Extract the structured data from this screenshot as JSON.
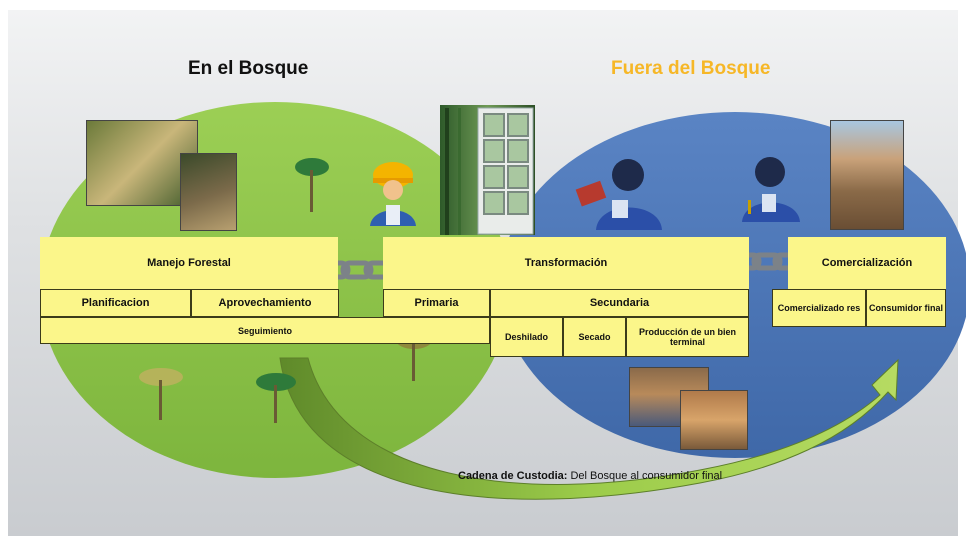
{
  "headings": {
    "left": "En el Bosque",
    "right": "Fuera del Bosque"
  },
  "colors": {
    "left_ellipse": "#8cc34a",
    "right_ellipse": "#4a74b5",
    "box_fill": "#fbf68a",
    "left_heading": "#111111",
    "right_heading": "#f6b727",
    "arrow": "#8fbf3c"
  },
  "boxes": {
    "manejo_forestal": "Manejo Forestal",
    "transformacion": "Transformación",
    "comercializacion": "Comercialización",
    "planificacion": "Planificacion",
    "aprovechamiento": "Aprovechamiento",
    "primaria": "Primaria",
    "secundaria": "Secundaria",
    "seguimiento": "Seguimiento",
    "deshilado": "Deshilado",
    "secado": "Secado",
    "produccion": "Producción de un bien terminal",
    "comercializadores": "Comercializado res",
    "consumidor_final": "Consumidor final"
  },
  "caption": {
    "bold": "Cadena de Custodia:",
    "rest": " Del Bosque al consumidor final"
  },
  "icons": [
    "tree-icon",
    "forest-worker-icon",
    "chain-link-icon",
    "door-icon",
    "woodworker-icon",
    "technician-icon",
    "house-photo",
    "people-photo",
    "sawmill-photo",
    "curved-arrow-icon"
  ]
}
